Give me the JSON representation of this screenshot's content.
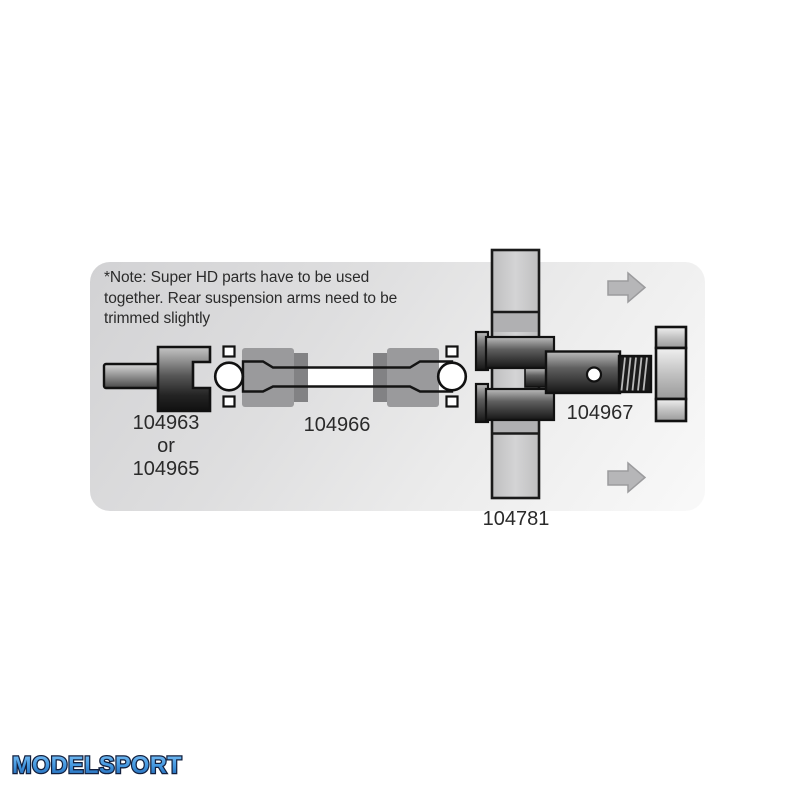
{
  "panel": {
    "note_line1": "*Note: Super HD parts have to be used",
    "note_line2": "together. Rear suspension arms need to be",
    "note_line3": "trimmed slightly"
  },
  "parts": {
    "coupler": {
      "label_primary": "104963",
      "label_conjunction": "or",
      "label_alternate": "104965"
    },
    "driveshaft": {
      "label": "104966"
    },
    "axle": {
      "label": "104967"
    },
    "suspension_arm": {
      "label": "104781"
    }
  },
  "arrows": {
    "direction": "right",
    "count": "2"
  },
  "logo": {
    "text": "MODELSPORT"
  },
  "colors": {
    "panel_gradient_start": "#d2d2d4",
    "panel_gradient_end": "#f9f9f9",
    "label_text": "#2a2a2a",
    "arrow_fill": "#b6b6b8",
    "arrow_stroke": "#9b9b9d",
    "logo_blue_top": "#7ec3f7",
    "logo_blue_bottom": "#1b5ca8",
    "logo_outline": "#13203e"
  }
}
